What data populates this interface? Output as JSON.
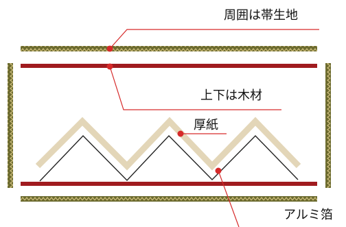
{
  "labels": {
    "band": "周囲は帯生地",
    "wood": "上下は木材",
    "cardboard": "厚紙",
    "foil": "アルミ箔"
  },
  "colors": {
    "band_fabric": "#6b6a2e",
    "band_highlight": "#c9b978",
    "wood": "#a01b1f",
    "cardboard": "#e3d6b8",
    "foil_line": "#222222",
    "leader": "#d62a2a",
    "leader_dot": "#d62a2a"
  }
}
